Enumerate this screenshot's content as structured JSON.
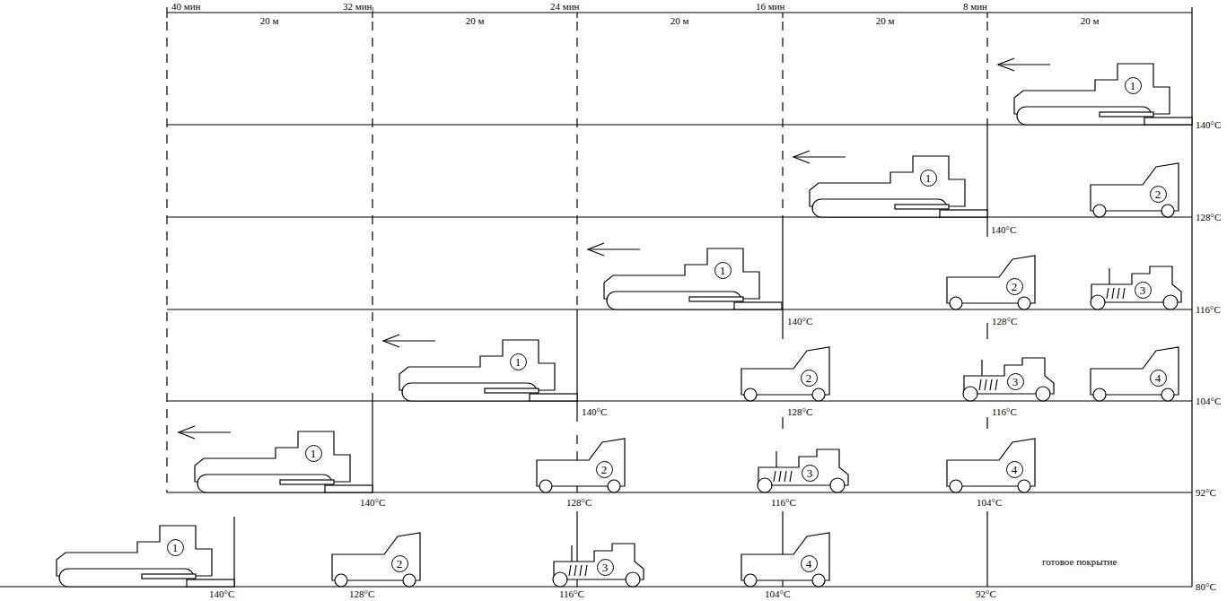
{
  "diagram": {
    "nodes": [
      {
        "text": [
          "1"
        ]
      },
      {
        "text": [
          "1"
        ]
      },
      {
        "text": [
          "2"
        ]
      },
      {
        "text": [
          "1"
        ]
      },
      {
        "text": [
          "2"
        ]
      },
      {
        "text": [
          "3"
        ]
      },
      {
        "text": [
          "1"
        ]
      },
      {
        "text": [
          "2"
        ]
      },
      {
        "text": [
          "3"
        ]
      },
      {
        "text": [
          "4"
        ]
      },
      {
        "text": [
          "1"
        ]
      },
      {
        "text": [
          "2"
        ]
      },
      {
        "text": [
          "3"
        ]
      },
      {
        "text": [
          "4"
        ]
      },
      {
        "text": [
          "1"
        ]
      },
      {
        "text": [
          "2"
        ]
      },
      {
        "text": [
          "3"
        ]
      },
      {
        "text": [
          "4"
        ]
      }
    ],
    "labels": [
      "40 мин",
      "20 м",
      "32 мин",
      "20 м",
      "24 мин",
      "20 м",
      "16 мин",
      "20 м",
      "8 мин",
      "20 м",
      "140°C",
      "128°C",
      "116°C",
      "104°C",
      "92°C",
      "80°C",
      "140°C",
      "140°C",
      "128°C",
      "140°C",
      "128°C",
      "116°C",
      "140°C",
      "128°C",
      "116°C",
      "104°C",
      "140°C",
      "128°C",
      "116°C",
      "104°C",
      "92°C",
      "готовое покрытие"
    ]
  }
}
